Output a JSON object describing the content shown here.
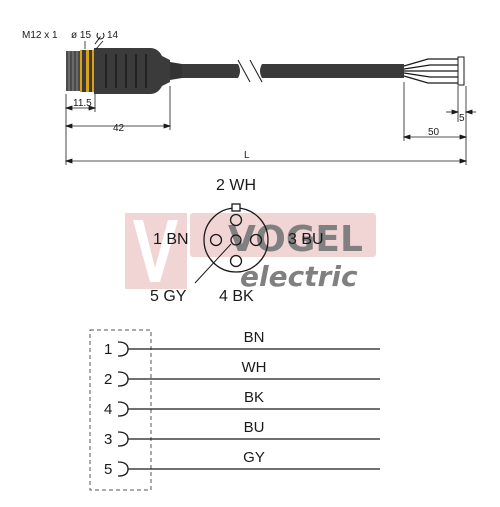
{
  "dimensions": {
    "thread": "M12 x 1",
    "diameter": "ø 15",
    "wrench": "14",
    "d_11_5": "11.5",
    "d_42": "42",
    "d_5": "5",
    "d_50": "50",
    "d_L": "L"
  },
  "watermark": {
    "brand_top": "VOGEL",
    "brand_bottom": "electric",
    "color": "#e0a8a8"
  },
  "pinout": {
    "top": "2 WH",
    "left": "1 BN",
    "right": "3 BU",
    "bottom_left": "5 GY",
    "bottom_right": "4 BK"
  },
  "wiring": [
    {
      "pin": "1",
      "color": "BN"
    },
    {
      "pin": "2",
      "color": "WH"
    },
    {
      "pin": "4",
      "color": "BK"
    },
    {
      "pin": "3",
      "color": "BU"
    },
    {
      "pin": "5",
      "color": "GY"
    }
  ],
  "colors": {
    "line": "#1a1a1a",
    "cable": "#3a3a3a",
    "nut_band": "#d9a21a",
    "dashed_box": "#555555"
  }
}
